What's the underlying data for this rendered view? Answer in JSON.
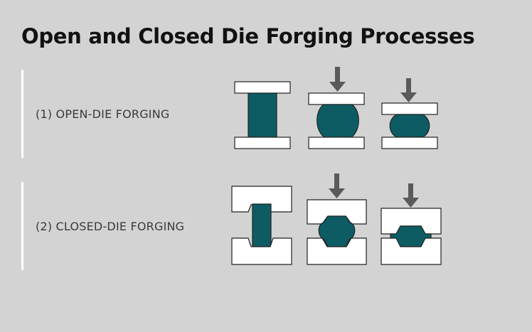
{
  "title": "Open and Closed Die Forging Processes",
  "sections": [
    {
      "label": "(1) OPEN-DIE FORGING"
    },
    {
      "label": "(2) CLOSED-DIE FORGING"
    }
  ],
  "colors": {
    "background": "#d3d3d3",
    "workpiece": "#0d5c63",
    "die": "#ffffff",
    "arrow": "#5a5a5a",
    "outline": "#222222"
  },
  "icons": {
    "press_force": "down-arrow-icon"
  }
}
